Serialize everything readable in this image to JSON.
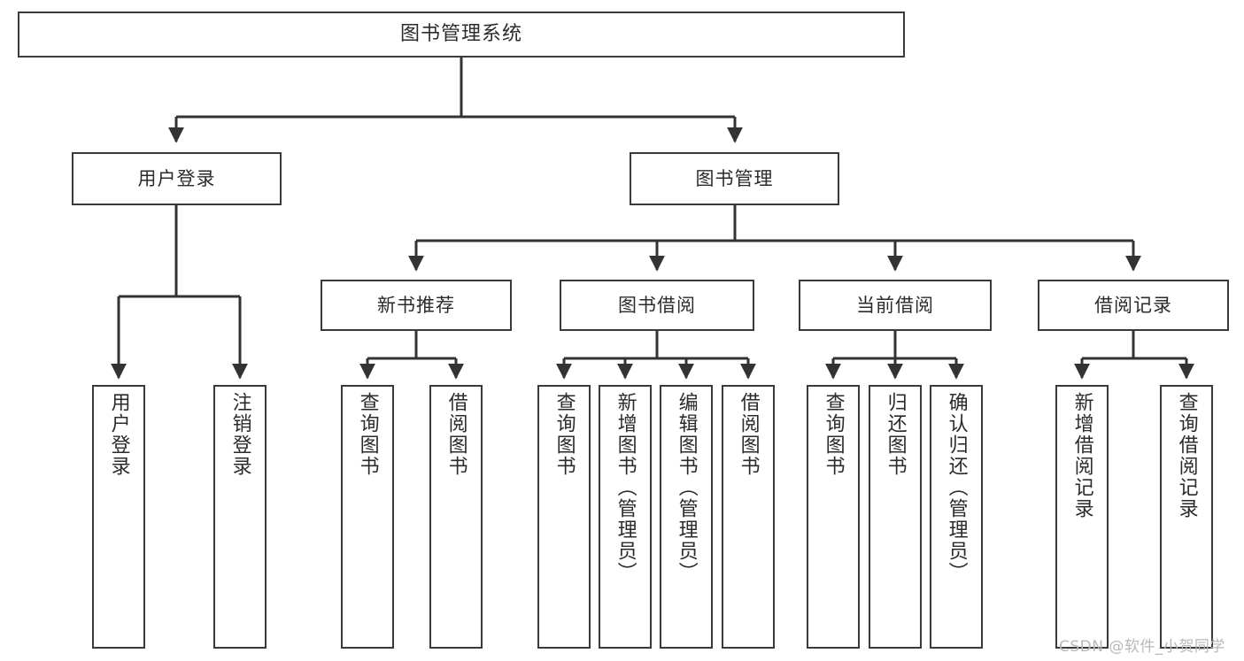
{
  "diagram": {
    "title": "图书管理系统",
    "type": "tree-hierarchy",
    "colors": {
      "box_border": "#3a3a3a",
      "box_fill": "#ffffff",
      "text": "#2b2b2b",
      "connector": "#333333",
      "watermark": "#b8b8b8",
      "background": "#ffffff"
    },
    "root": {
      "label": "图书管理系统"
    },
    "level1": [
      {
        "label": "用户登录"
      },
      {
        "label": "图书管理"
      }
    ],
    "level2": [
      {
        "label": "新书推荐",
        "parent": "图书管理"
      },
      {
        "label": "图书借阅",
        "parent": "图书管理"
      },
      {
        "label": "当前借阅",
        "parent": "图书管理"
      },
      {
        "label": "借阅记录",
        "parent": "图书管理"
      }
    ],
    "leaves": {
      "user_login": [
        {
          "label": "用户登录"
        },
        {
          "label": "注销登录"
        }
      ],
      "new_book_recommend": [
        {
          "label": "查询图书"
        },
        {
          "label": "借阅图书"
        }
      ],
      "book_borrow": [
        {
          "label": "查询图书"
        },
        {
          "label": "新增图书（管理员）"
        },
        {
          "label": "编辑图书（管理员）"
        },
        {
          "label": "借阅图书"
        }
      ],
      "current_borrow": [
        {
          "label": "查询图书"
        },
        {
          "label": "归还图书"
        },
        {
          "label": "确认归还（管理员）"
        }
      ],
      "borrow_records": [
        {
          "label": "新增借阅记录"
        },
        {
          "label": "查询借阅记录"
        }
      ]
    },
    "watermark": "CSDN @软件_小贺同学"
  }
}
